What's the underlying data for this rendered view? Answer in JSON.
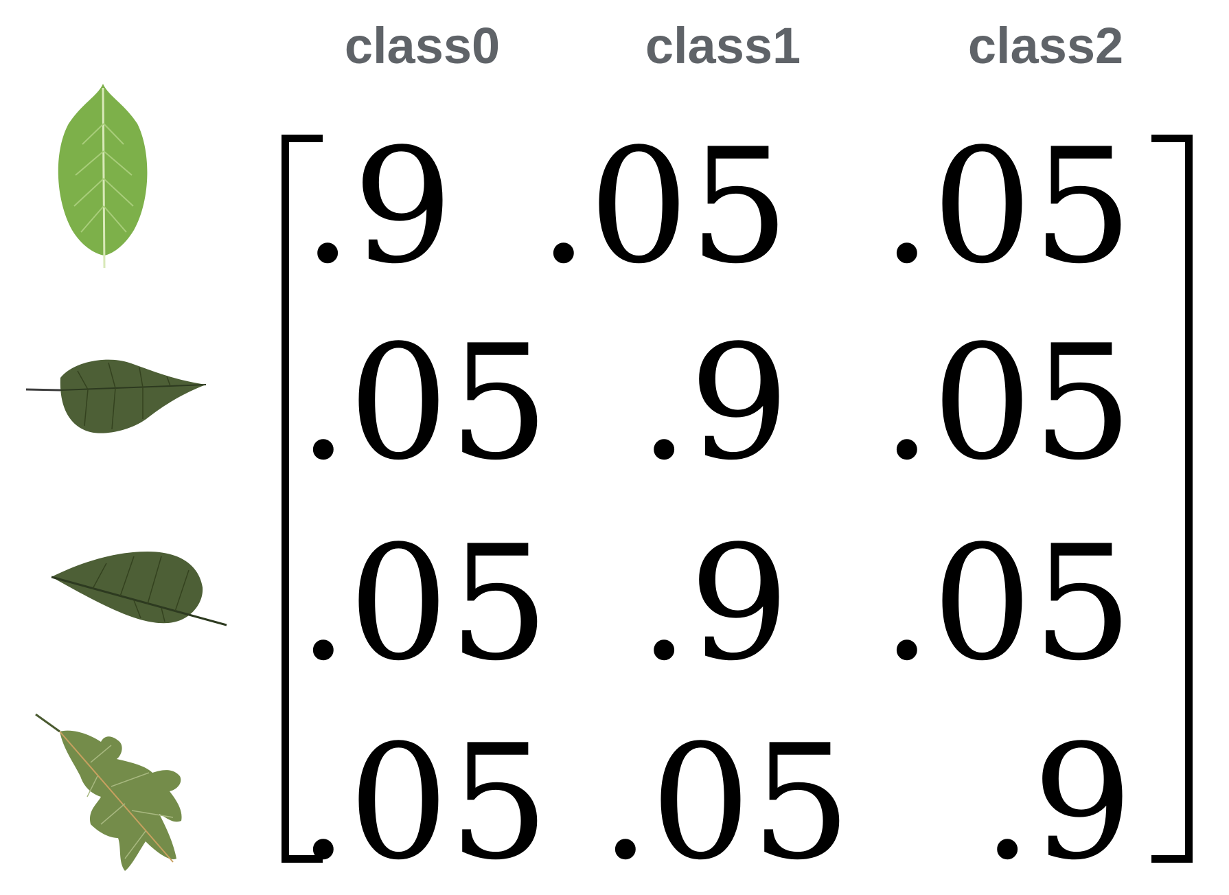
{
  "headers": [
    "class0",
    "class1",
    "class2"
  ],
  "rows": [
    {
      "leaf_icon": "broad-leaf-icon",
      "values": [
        ".9",
        ".05",
        ".05"
      ]
    },
    {
      "leaf_icon": "dark-leaf-icon",
      "values": [
        ".05",
        ".9",
        ".05"
      ]
    },
    {
      "leaf_icon": "dark-leaf-icon",
      "values": [
        ".05",
        ".9",
        ".05"
      ]
    },
    {
      "leaf_icon": "oak-leaf-icon",
      "values": [
        ".05",
        ".05",
        ".9"
      ]
    }
  ],
  "colors": {
    "header_text": "#5f6368",
    "matrix_text": "#000000",
    "leaf_light": "#7db04a",
    "leaf_dark": "#4d5f36",
    "leaf_oak": "#748c4a"
  }
}
